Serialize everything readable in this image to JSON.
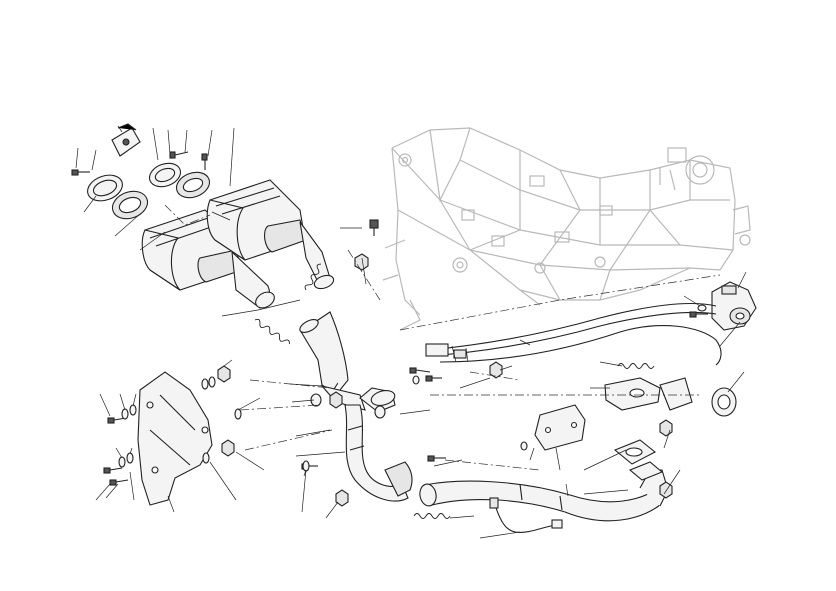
{
  "diagram": {
    "background": "#ffffff",
    "line_color": "#222222",
    "frame_color": "#b9b9b9",
    "parts": [
      "silencer-left",
      "silencer-right",
      "silencer-clamp-band",
      "mid-pipe",
      "rear-header-pipe",
      "front-header-pipe",
      "exhaust-valve-actuator",
      "valve-cables",
      "heat-shield-left",
      "heat-shield-right",
      "header-flange",
      "lambda-sensor",
      "exhaust-springs",
      "bolts",
      "nuts",
      "washers",
      "frame"
    ]
  }
}
